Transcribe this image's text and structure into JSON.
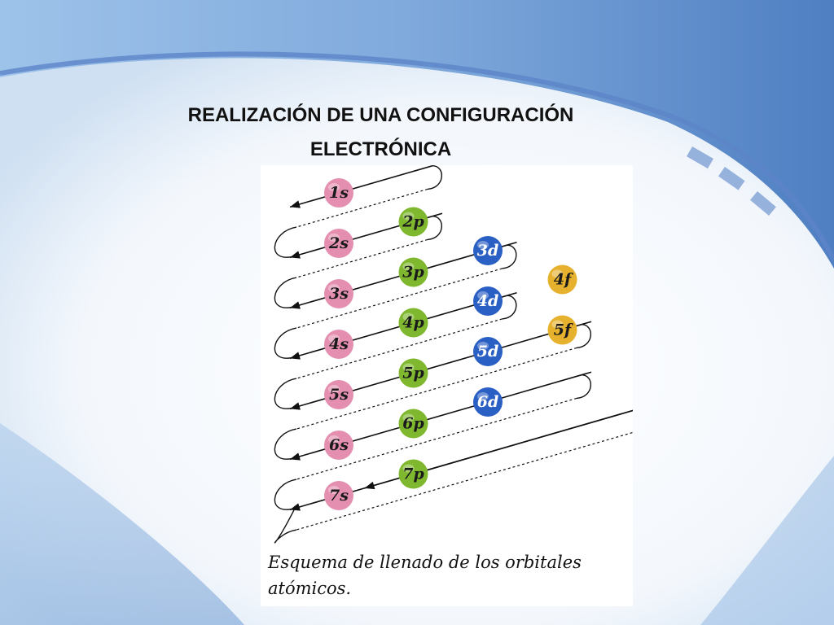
{
  "slide": {
    "title_line1": "REALIZACIÓN DE UNA CONFIGURACIÓN",
    "title_line2": "ELECTRÓNICA"
  },
  "diagram": {
    "caption_line1": "Esquema de llenado de los orbitales",
    "caption_line2": "atómicos.",
    "colors": {
      "s": "#e58fb0",
      "p": "#7fb82e",
      "d": "#2a5fc4",
      "f": "#e6b22e",
      "arrow": "#111111"
    },
    "orbitals": [
      {
        "label": "1s",
        "type": "s"
      },
      {
        "label": "2s",
        "type": "s"
      },
      {
        "label": "2p",
        "type": "p"
      },
      {
        "label": "3s",
        "type": "s"
      },
      {
        "label": "3p",
        "type": "p"
      },
      {
        "label": "3d",
        "type": "d"
      },
      {
        "label": "4s",
        "type": "s"
      },
      {
        "label": "4p",
        "type": "p"
      },
      {
        "label": "4d",
        "type": "d"
      },
      {
        "label": "4f",
        "type": "f"
      },
      {
        "label": "5s",
        "type": "s"
      },
      {
        "label": "5p",
        "type": "p"
      },
      {
        "label": "5d",
        "type": "d"
      },
      {
        "label": "5f",
        "type": "f"
      },
      {
        "label": "6s",
        "type": "s"
      },
      {
        "label": "6p",
        "type": "p"
      },
      {
        "label": "6d",
        "type": "d"
      },
      {
        "label": "7s",
        "type": "s"
      },
      {
        "label": "7p",
        "type": "p"
      }
    ]
  }
}
